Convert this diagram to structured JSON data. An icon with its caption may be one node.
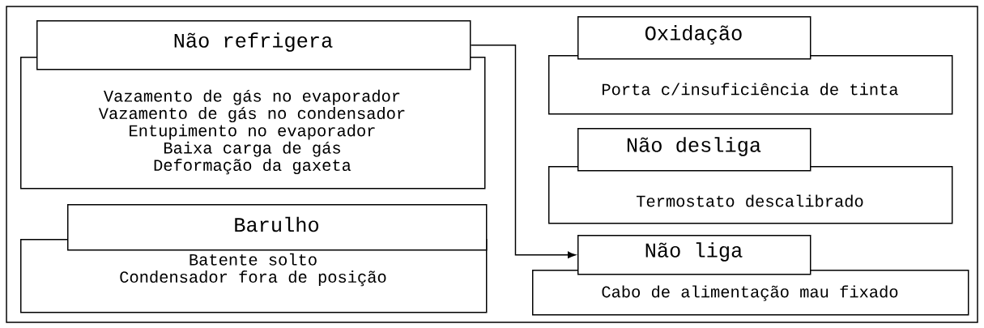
{
  "diagram": {
    "nodes": [
      {
        "text": [
          "Não refrigera"
        ]
      },
      {
        "text": [
          "Vazamento de gás no evaporador",
          "Vazamento de gás no condensador",
          "Entupimento no evaporador",
          "Baixa carga de gás",
          "Deformação da gaxeta"
        ]
      },
      {
        "text": [
          "Oxidação"
        ]
      },
      {
        "text": [
          "Porta c/insuficiência de tinta"
        ]
      },
      {
        "text": [
          "Não desliga"
        ]
      },
      {
        "text": [
          "Termostato descalibrado"
        ]
      },
      {
        "text": [
          "Barulho"
        ]
      },
      {
        "text": [
          "Batente solto",
          "Condensador fora de posição"
        ]
      },
      {
        "text": [
          "Não liga"
        ]
      },
      {
        "text": [
          "Cabo de alimentação mau fixado"
        ]
      }
    ],
    "edges": [
      {
        "from": 0,
        "to": 8,
        "arrow": "to"
      }
    ]
  }
}
